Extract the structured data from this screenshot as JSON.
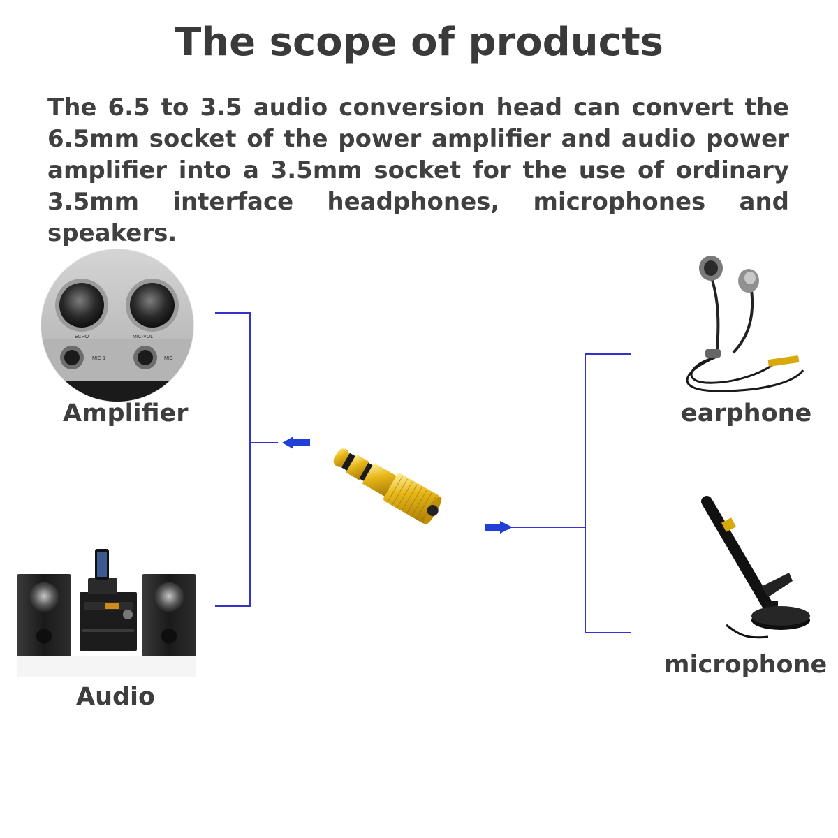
{
  "title": "The scope of products",
  "description": "The 6.5 to 3.5 audio conversion head can convert the 6.5mm socket of the power amplifier and audio power amplifier into a 3.5mm socket for the use of ordinary 3.5mm interface headphones, microphones and speakers.",
  "devices": {
    "amplifier": "Amplifier",
    "audio": "Audio",
    "earphone": "earphone",
    "microphone": "microphone"
  },
  "amplifier_panel": {
    "echo": "ECHO",
    "mic_vol": "MIC-VOL",
    "mic1": "MIC-1",
    "mic": "MIC"
  },
  "colors": {
    "connector_line": "#3333cc",
    "arrow": "#1f3fd6",
    "gold": "#d9a80c"
  }
}
